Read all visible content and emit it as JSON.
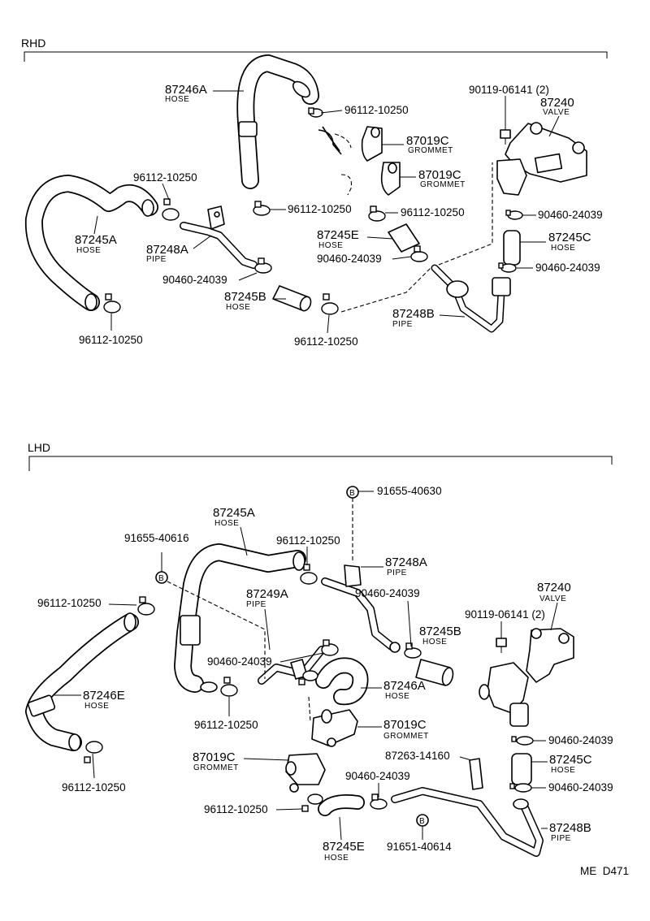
{
  "sections": {
    "rhd": "RHD",
    "lhd": "LHD"
  },
  "footer": {
    "code": "ME  D471"
  },
  "rhd": {
    "hose_87246A": {
      "num": "87246A",
      "desc": "HOSE"
    },
    "clamp_a": "96112-10250",
    "bolt": "90119-06141 (2)",
    "valve": {
      "num": "87240",
      "desc": "VALVE"
    },
    "grommet_1": {
      "num": "87019C",
      "desc": "GROMMET"
    },
    "grommet_2": {
      "num": "87019C",
      "desc": "GROMMET"
    },
    "clamp_b": "96112-10250",
    "clamp_c": "96112-10250",
    "clamp_d": "96112-10250",
    "clip_a": "90460-24039",
    "hose_87245A": {
      "num": "87245A",
      "desc": "HOSE"
    },
    "pipe_87248A": {
      "num": "87248A",
      "desc": "PIPE"
    },
    "hose_87245E": {
      "num": "87245E",
      "desc": "HOSE"
    },
    "clip_b": "90460-24039",
    "hose_87245C": {
      "num": "87245C",
      "desc": "HOSE"
    },
    "clip_c": "90460-24039",
    "clip_d": "90460-24039",
    "hose_87245B": {
      "num": "87245B",
      "desc": "HOSE"
    },
    "pipe_87248B": {
      "num": "87248B",
      "desc": "PIPE"
    },
    "clamp_e": "96112-10250",
    "clamp_f": "96112-10250"
  },
  "lhd": {
    "bolt_b_top": "91655-40630",
    "b_marker": "B",
    "hose_87245A": {
      "num": "87245A",
      "desc": "HOSE"
    },
    "clamp_a": "96112-10250",
    "pipe_87248A": {
      "num": "87248A",
      "desc": "PIPE"
    },
    "bolt_b_left": "91655-40616",
    "pipe_87249A": {
      "num": "87249A",
      "desc": "PIPE"
    },
    "clip_a": "90460-24039",
    "valve": {
      "num": "87240",
      "desc": "VALVE"
    },
    "clamp_b": "96112-10250",
    "hose_87245B": {
      "num": "87245B",
      "desc": "HOSE"
    },
    "bolt": "90119-06141 (2)",
    "clip_b": "90460-24039",
    "hose_87246A": {
      "num": "87246A",
      "desc": "HOSE"
    },
    "hose_87246E": {
      "num": "87246E",
      "desc": "HOSE"
    },
    "clamp_c": "96112-10250",
    "grommet_1": {
      "num": "87019C",
      "desc": "GROMMET"
    },
    "clip_c": "90460-24039",
    "bracket": "87263-14160",
    "hose_87245C": {
      "num": "87245C",
      "desc": "HOSE"
    },
    "clamp_d": "96112-10250",
    "grommet_2": {
      "num": "87019C",
      "desc": "GROMMET"
    },
    "clip_d": "90460-24039",
    "clip_e": "90460-24039",
    "clamp_e": "96112-10250",
    "pipe_87248B": {
      "num": "87248B",
      "desc": "PIPE"
    },
    "hose_87245E": {
      "num": "87245E",
      "desc": "HOSE"
    },
    "bolt_b_bottom": "91651-40614"
  }
}
